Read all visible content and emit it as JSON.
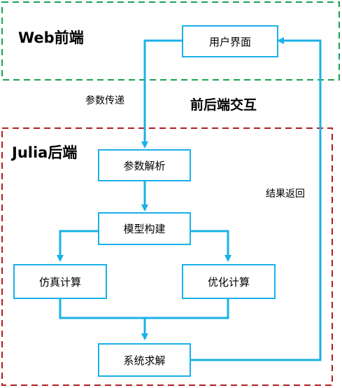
{
  "regions": {
    "frontend": {
      "label": "Web前端",
      "border_color": "#1aa150"
    },
    "backend": {
      "label": "Julia后端",
      "border_color": "#b01e22"
    }
  },
  "nodes": {
    "user_interface": "用户界面",
    "param_parse": "参数解析",
    "model_build": "模型构建",
    "sim_compute": "仿真计算",
    "opt_compute": "优化计算",
    "system_solve": "系统求解"
  },
  "labels": {
    "param_pass": "参数传递",
    "interaction": "前后端交互",
    "result_return": "结果返回"
  },
  "edges": [
    {
      "from": "user_interface",
      "to": "param_parse",
      "label": "参数传递"
    },
    {
      "from": "param_parse",
      "to": "model_build"
    },
    {
      "from": "model_build",
      "to": "sim_compute"
    },
    {
      "from": "model_build",
      "to": "opt_compute"
    },
    {
      "from": "sim_compute",
      "to": "system_solve"
    },
    {
      "from": "opt_compute",
      "to": "system_solve"
    },
    {
      "from": "system_solve",
      "to": "user_interface",
      "label": "结果返回"
    }
  ],
  "colors": {
    "arrow": "#1ab0e8",
    "node_border": "#1ab0e8"
  }
}
